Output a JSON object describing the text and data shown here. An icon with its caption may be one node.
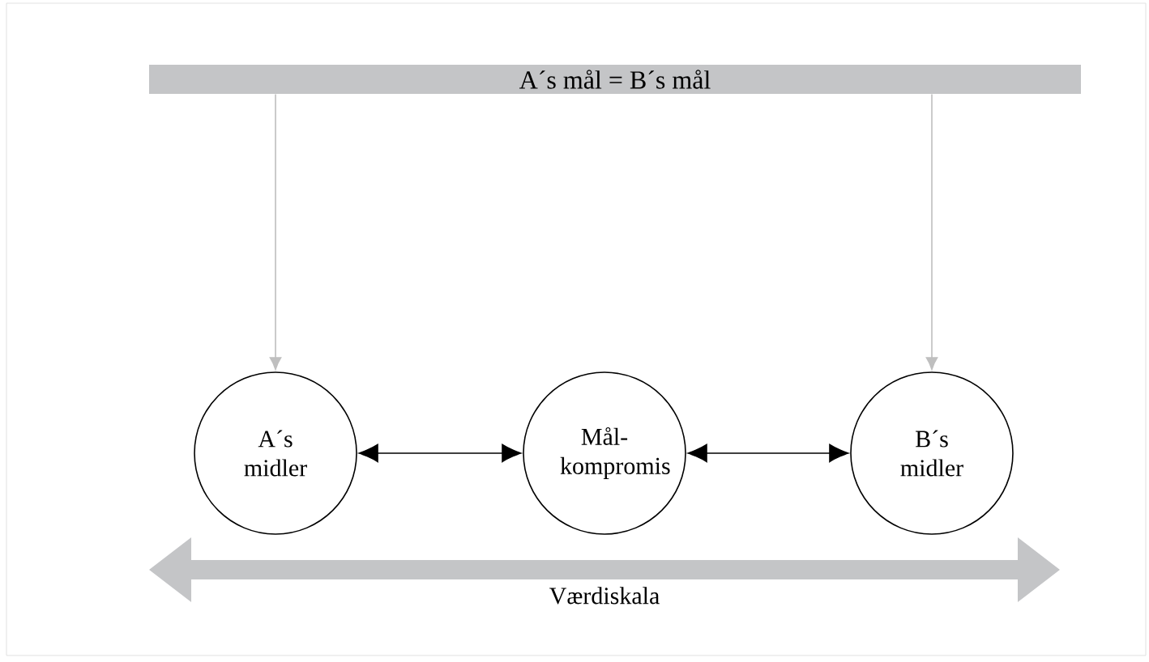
{
  "diagram": {
    "nodes": [
      {
        "text": [
          "A´s mål  =  B´s mål"
        ]
      },
      {
        "text": [
          "A´s midler"
        ]
      },
      {
        "text": [
          "Mål- kompromis"
        ]
      },
      {
        "text": [
          "B´s midler"
        ]
      }
    ],
    "edges": [
      {
        "from": 0,
        "to": 1,
        "arrow": "to",
        "color": "#bfbfbf"
      },
      {
        "from": 0,
        "to": 3,
        "arrow": "to",
        "color": "#bfbfbf"
      },
      {
        "from": 1,
        "to": 2,
        "arrow": "both",
        "color": "#000000"
      },
      {
        "from": 2,
        "to": 3,
        "arrow": "both",
        "color": "#000000"
      }
    ],
    "labels": [
      "Værdiskala"
    ]
  }
}
